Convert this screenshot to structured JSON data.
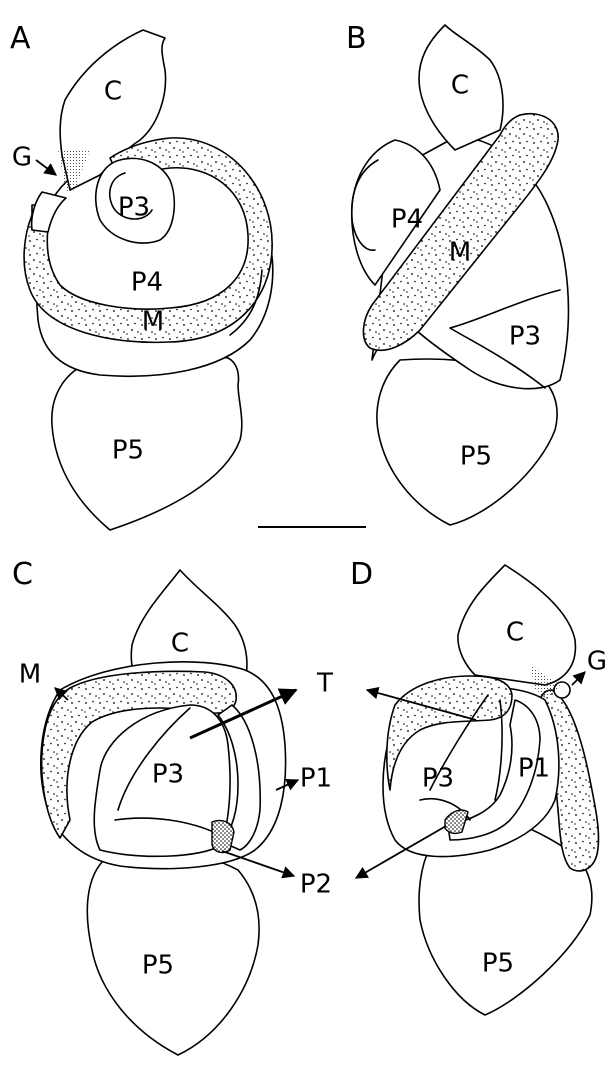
{
  "panels": [
    {
      "letter": "A",
      "labels": {
        "c": "C",
        "g": "G",
        "p3": "P3",
        "p4": "P4",
        "m": "M",
        "p5": "P5"
      }
    },
    {
      "letter": "B",
      "labels": {
        "c": "C",
        "p4": "P4",
        "m": "M",
        "p3": "P3",
        "p5": "P5"
      }
    },
    {
      "letter": "C",
      "labels": {
        "c": "C",
        "m": "M",
        "t": "T",
        "p3": "P3",
        "p1": "P1",
        "p2": "P2",
        "p5": "P5"
      }
    },
    {
      "letter": "D",
      "labels": {
        "c": "C",
        "g": "G",
        "p3": "P3",
        "p1": "P1",
        "p5": "P5"
      }
    }
  ]
}
